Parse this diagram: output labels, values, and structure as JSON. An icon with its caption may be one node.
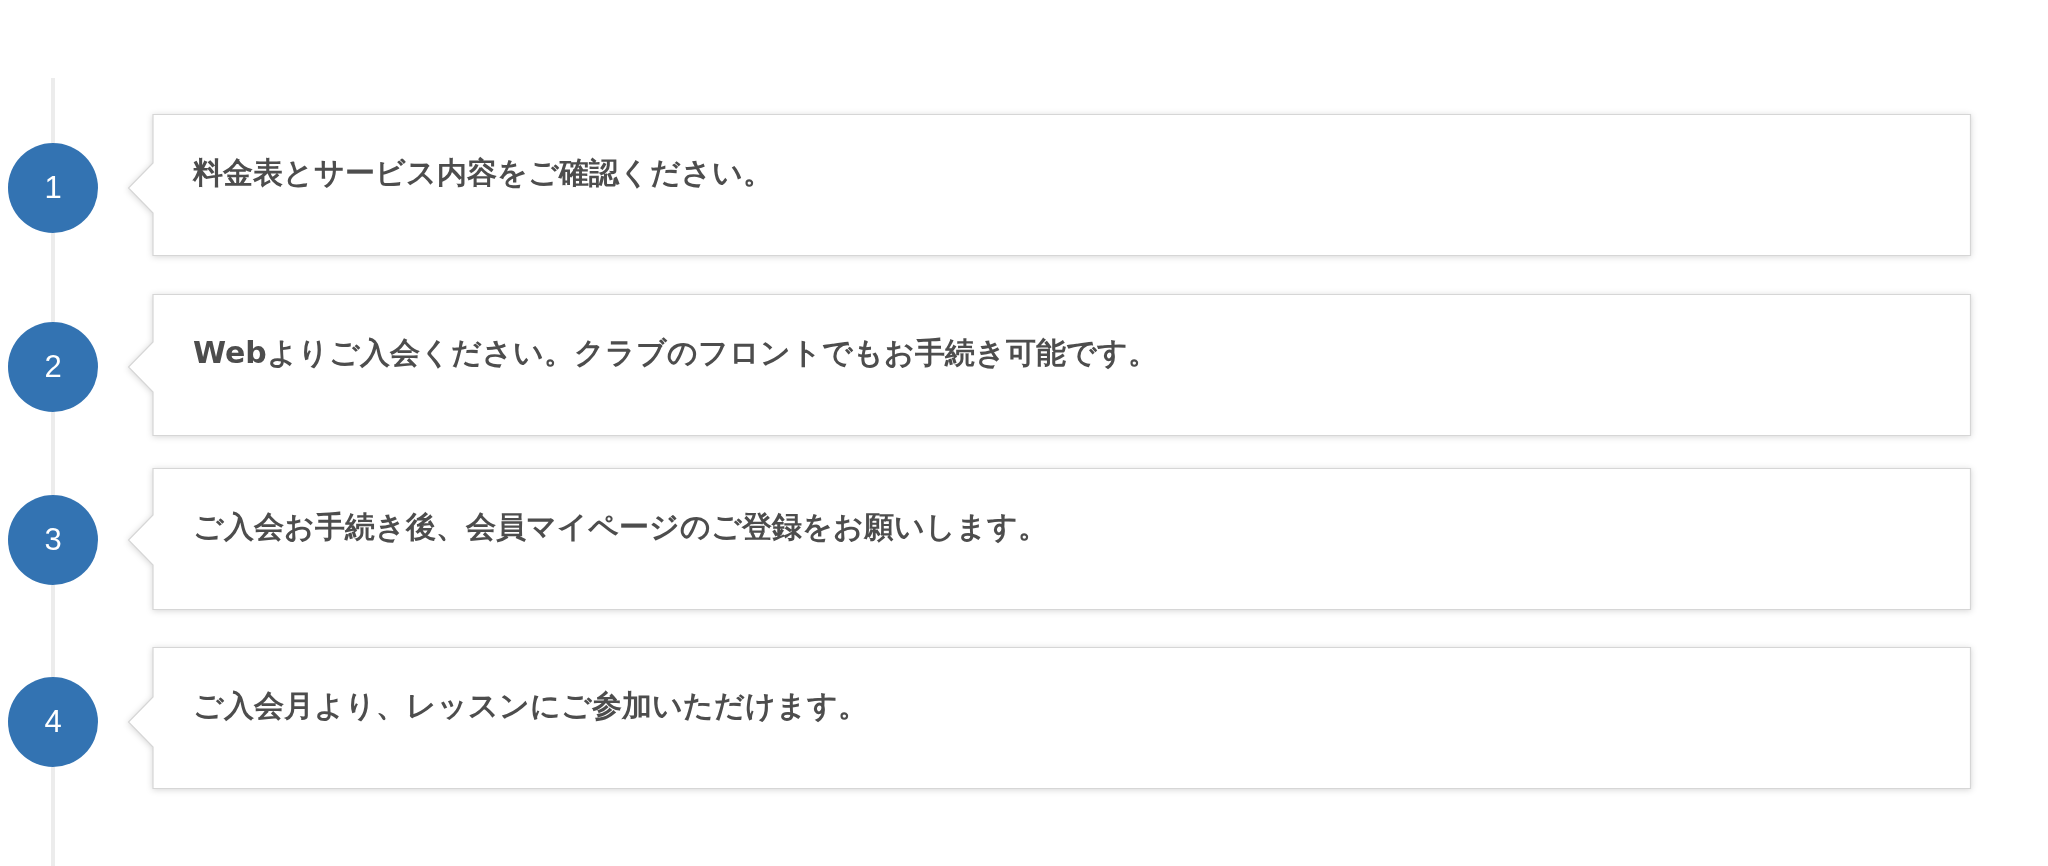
{
  "diagram": {
    "nodes": [
      {
        "text": [
          "1"
        ]
      },
      {
        "text": [
          "料金表とサービス内容をご確認ください。"
        ]
      },
      {
        "text": [
          "2"
        ]
      },
      {
        "text": [
          "Webよりご入会ください。クラブのフロントでもお手続き可能です。"
        ]
      },
      {
        "text": [
          "3"
        ]
      },
      {
        "text": [
          "ご入会お手続き後、会員マイページのご登録をお願いします。"
        ]
      },
      {
        "text": [
          "4"
        ]
      },
      {
        "text": [
          "ご入会月より、レッスンにご参加いただけます。"
        ]
      }
    ],
    "edges": [
      {
        "from": null,
        "to": 0,
        "arrow": "none"
      },
      {
        "from": 0,
        "to": 2,
        "arrow": "none"
      },
      {
        "from": 2,
        "to": 4,
        "arrow": "none"
      },
      {
        "from": 4,
        "to": 6,
        "arrow": "none"
      },
      {
        "from": 6,
        "to": null,
        "arrow": "none"
      }
    ]
  }
}
